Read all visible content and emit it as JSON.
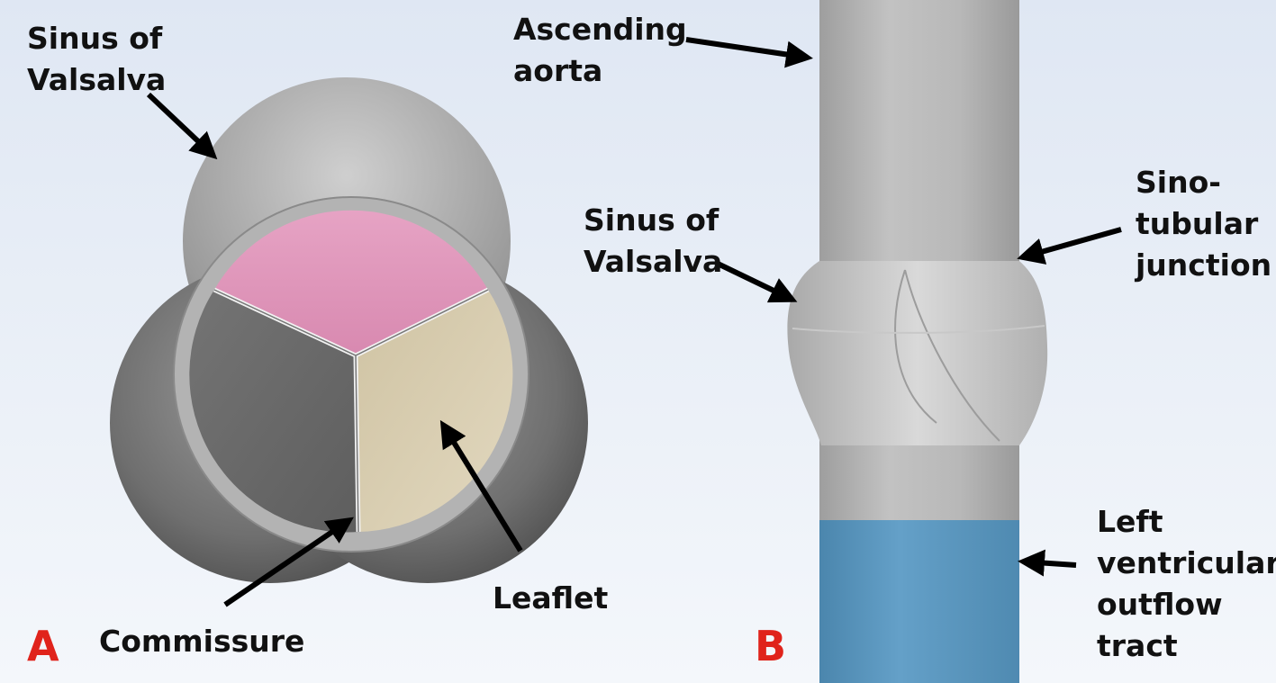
{
  "panels": {
    "a": {
      "letter": "A",
      "sinus_line1": "Sinus of",
      "sinus_line2": "Valsalva",
      "commissure": "Commissure",
      "leaflet": "Leaflet"
    },
    "b": {
      "letter": "B",
      "ascending_line1": "Ascending",
      "ascending_line2": "aorta",
      "sinus_line1": "Sinus of",
      "sinus_line2": "Valsalva",
      "stj_line1": "Sino-",
      "stj_line2": "tubular",
      "stj_line3": "junction",
      "lvot_line1": "Left",
      "lvot_line2": "ventricular",
      "lvot_line3": "outflow",
      "lvot_line4": "tract"
    }
  },
  "colors": {
    "label_text": "#111111",
    "panel_letter": "#e0231b",
    "leaflet_pink": "#e79cc0",
    "leaflet_tan": "#d8ccae",
    "leaflet_gray": "#6b6b6b",
    "aorta_gray": "#b7b7b7",
    "lvot_blue": "#5d9ac2",
    "background": "#e8eef7"
  }
}
